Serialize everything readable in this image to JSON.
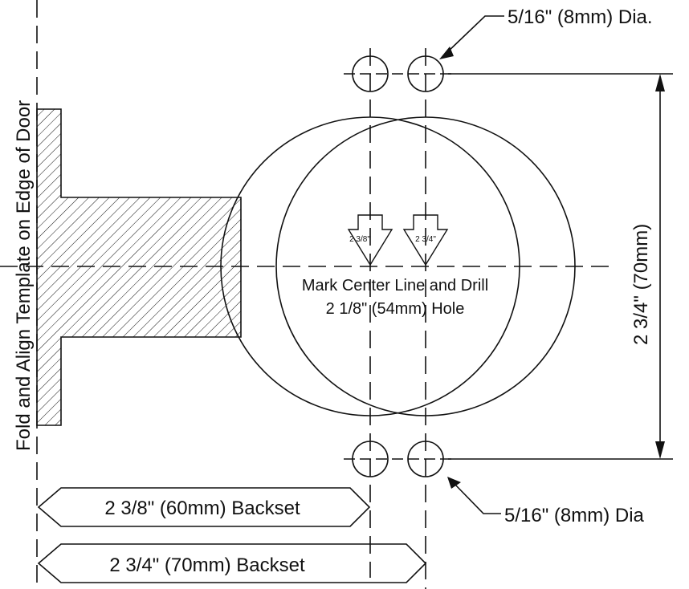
{
  "labels": {
    "edge_fold": "Fold and Align Template on Edge of Door",
    "hole_top": "5/16\" (8mm) Dia.",
    "hole_bottom": "5/16\" (8mm) Dia",
    "vertical_dim": "2 3/4\" (70mm)",
    "center_line_1": "Mark Center Line and Drill",
    "center_line_2": "2 1/8\" (54mm) Hole",
    "arrow_238": "2 3/8\"",
    "arrow_234": "2 3/4\"",
    "backset_60": "2 3/8\" (60mm) Backset",
    "backset_70": "2 3/4\" (70mm) Backset"
  },
  "colors": {
    "line": "#111111",
    "hatch": "#111111",
    "background": "#ffffff"
  }
}
